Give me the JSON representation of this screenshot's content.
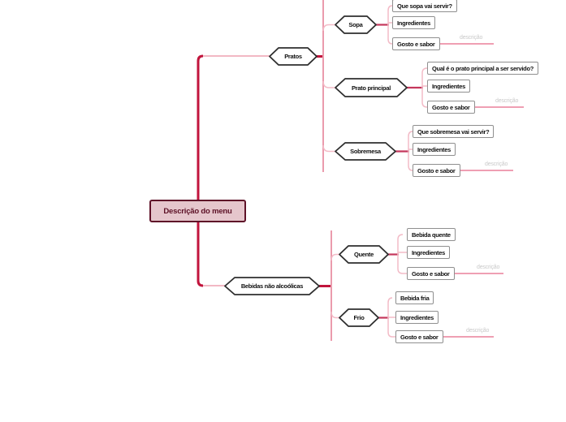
{
  "diagram": {
    "type": "mindmap",
    "root": {
      "label": "Descrição do menu"
    },
    "branches": [
      {
        "label": "Pratos",
        "children": [
          {
            "label": "Sopa",
            "items": [
              "Que sopa vai servir?",
              "Ingredientes",
              "Gosto e sabor"
            ],
            "edge_label": "descrição"
          },
          {
            "label": "Prato principal",
            "items": [
              "Qual é o prato principal a ser servido?",
              "Ingredientes",
              "Gosto e sabor"
            ],
            "edge_label": "descrição"
          },
          {
            "label": "Sobremesa",
            "items": [
              "Que sobremesa vai servir?",
              "Ingredientes",
              "Gosto e sabor"
            ],
            "edge_label": "descrição"
          }
        ]
      },
      {
        "label": "Bebidas não alcoólicas",
        "children": [
          {
            "label": "Quente",
            "items": [
              "Bebida quente",
              "Ingredientes",
              "Gosto e sabor"
            ],
            "edge_label": "descrição"
          },
          {
            "label": "Frio",
            "items": [
              "Bebida fria",
              "Ingredientes",
              "Gosto e sabor"
            ],
            "edge_label": "descrição"
          }
        ]
      }
    ],
    "palette": {
      "root_fill": "#e5c6cc",
      "root_border": "#5f1228",
      "root_text": "#5c1025",
      "trunk_line": "#c1143c",
      "branch_line": "#eb9bad",
      "leaf_line": "#f3bbc7",
      "edge_label_line": "#ef9fb3",
      "edge_label_text": "#c9c9c9",
      "hex_border": "#2e2e2e",
      "leaf_border": "#8f8f8f"
    }
  }
}
